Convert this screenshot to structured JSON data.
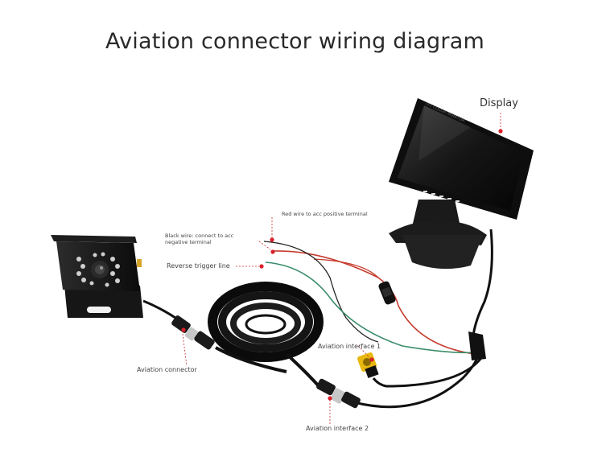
{
  "title": "Aviation connector wiring diagram",
  "labels": {
    "display": "Display",
    "red_wire": "Red wire to acc positive terminal",
    "black_wire": "Black wire: connect to acc negative terminal",
    "reverse_trigger": "Reverse trigger line",
    "aviation_interface_1": "Aviation interface 1",
    "aviation_connector": "Aviation connector",
    "aviation_interface_2": "Aviation interface 2"
  },
  "colors": {
    "marker": "#d8202a",
    "red_wire": "#c63a2c",
    "green_wire": "#3a8c6a",
    "cable": "#111111",
    "rca_yellow": "#e9b80f"
  }
}
